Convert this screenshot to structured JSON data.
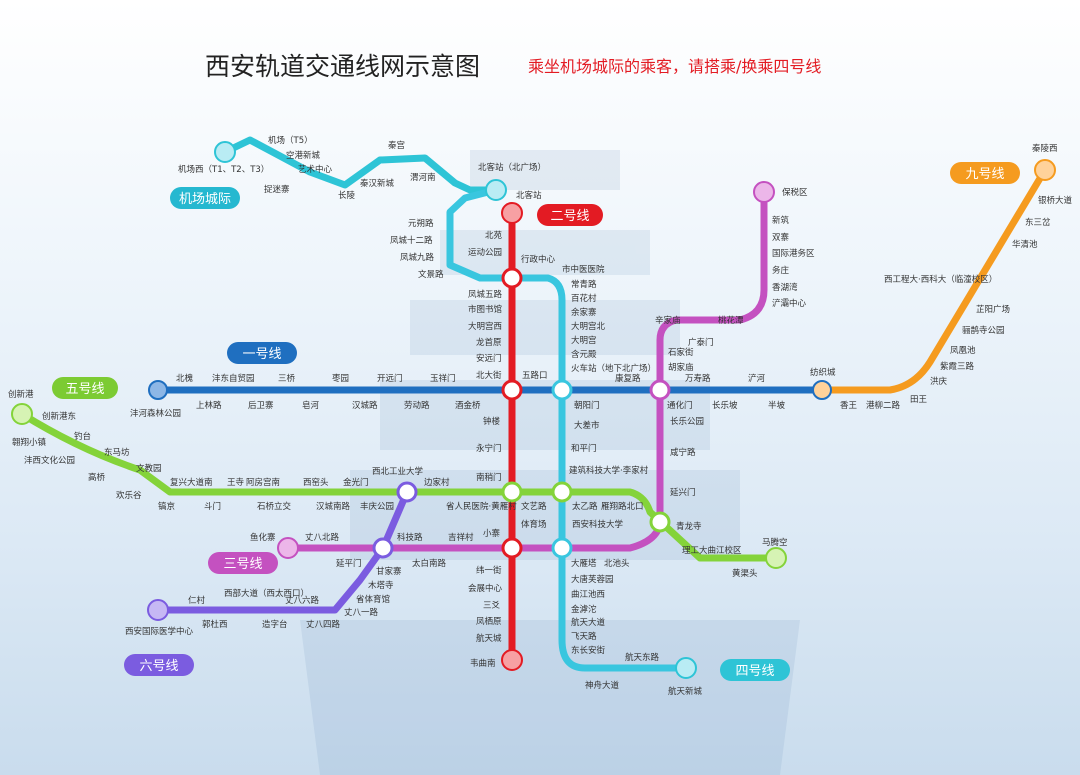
{
  "title": "西安轨道交通线网示意图",
  "notice": "乘坐机场城际的乘客，请搭乘/换乘四号线",
  "lines": [
    {
      "id": "airport",
      "name": "机场城际",
      "color": "#2ec4d6",
      "label_color": "#25b8d0"
    },
    {
      "id": "l1",
      "name": "一号线",
      "color": "#1f6fc0",
      "label_color": "#1f6fc0"
    },
    {
      "id": "l2",
      "name": "二号线",
      "color": "#e31b23",
      "label_color": "#e31b23"
    },
    {
      "id": "l3",
      "name": "三号线",
      "color": "#c451c0",
      "label_color": "#c451c0"
    },
    {
      "id": "l4",
      "name": "四号线",
      "color": "#39c6df",
      "label_color": "#2ec4d6"
    },
    {
      "id": "l5",
      "name": "五号线",
      "color": "#84d33a",
      "label_color": "#7ccb33"
    },
    {
      "id": "l6",
      "name": "六号线",
      "color": "#7b5ce0",
      "label_color": "#7b5ce0"
    },
    {
      "id": "l9",
      "name": "九号线",
      "color": "#f59b1f",
      "label_color": "#f59b1f"
    }
  ],
  "stations": {
    "airport": [
      "机场西（T1、T2、T3）",
      "机场（T5）",
      "空港新城",
      "艺术中心",
      "捉迷寨",
      "长陵",
      "秦汉新城",
      "秦宫",
      "渭河南",
      "北客站（北广场）"
    ],
    "l2": [
      "北客站",
      "北苑",
      "运动公园",
      "行政中心",
      "凤城五路",
      "市图书馆",
      "大明宫西",
      "龙首原",
      "安远门",
      "北大街",
      "钟楼",
      "永宁门",
      "南稍门",
      "体育场",
      "小寨",
      "纬一街",
      "会展中心",
      "三爻",
      "凤栖原",
      "航天城",
      "韦曲南"
    ],
    "l1": [
      "北槐",
      "沣河森林公园",
      "沣东自贸园",
      "上林路",
      "三桥",
      "后卫寨",
      "皂河",
      "枣园",
      "汉城路",
      "开远门",
      "劳动路",
      "玉祥门",
      "酒金桥",
      "五路口",
      "朝阳门",
      "康复路",
      "通化门",
      "万寿路",
      "长乐坡",
      "浐河",
      "半坡",
      "纺织城",
      "香王"
    ],
    "l4": [
      "元朔路",
      "凤城十二路",
      "凤城九路",
      "文景路",
      "市中医医院",
      "常青路",
      "百花村",
      "余家寨",
      "大明宫北",
      "大明宫",
      "含元殿",
      "火车站（地下北广场）",
      "大差市",
      "和平门",
      "建筑科技大学·李家村",
      "大雁塔",
      "大唐芙蓉园",
      "曲江池西",
      "金滹沱",
      "航天大道",
      "飞天路",
      "东长安街",
      "神舟大道",
      "航天东路",
      "航天新城"
    ],
    "l3": [
      "鱼化寨",
      "丈八北路",
      "延平门",
      "科技路",
      "太白南路",
      "吉祥村",
      "小寨",
      "大雁塔",
      "北池头",
      "青龙寺",
      "延兴门",
      "咸宁路",
      "长乐公园",
      "通化门",
      "胡家庙",
      "石家街",
      "辛家庙",
      "广泰门",
      "桃花潭",
      "浐灞中心",
      "香湖湾",
      "务庄",
      "国际港务区",
      "双寨",
      "新筑",
      "保税区"
    ],
    "l5": [
      "创新港",
      "创新港东",
      "翱翔小镇",
      "钓台",
      "东马坊",
      "沣西文化公园",
      "高桥",
      "文教园",
      "欢乐谷",
      "镐京",
      "复兴大道南",
      "斗门",
      "王寺",
      "石桥立交",
      "阿房宫南",
      "汉城南路",
      "西窑头",
      "丰庆公园",
      "金光门",
      "西北工业大学",
      "边家村",
      "省人民医院·黄雁村",
      "文艺路",
      "太乙路",
      "雁翔路北口",
      "西安科技大学",
      "理工大曲江校区",
      "黄渠头",
      "马腾空"
    ],
    "l6": [
      "西安国际医学中心",
      "仁村",
      "郭杜西",
      "西部大道（西太西口）",
      "造字台",
      "丈八六路",
      "丈八四路",
      "丈八一路",
      "省体育馆",
      "木塔寺",
      "甘家寨"
    ],
    "l9": [
      "秦陵西",
      "银桥大道",
      "东三岔",
      "华清池",
      "西工程大·西科大（临潼校区）",
      "芷阳广场",
      "骊鹊寺公园",
      "凤凰池",
      "紫霞三路",
      "洪庆",
      "田王",
      "港柳二路",
      "香王",
      "纺织城"
    ]
  },
  "icons": {
    "station": "station-dot",
    "interchange": "interchange-ring"
  }
}
